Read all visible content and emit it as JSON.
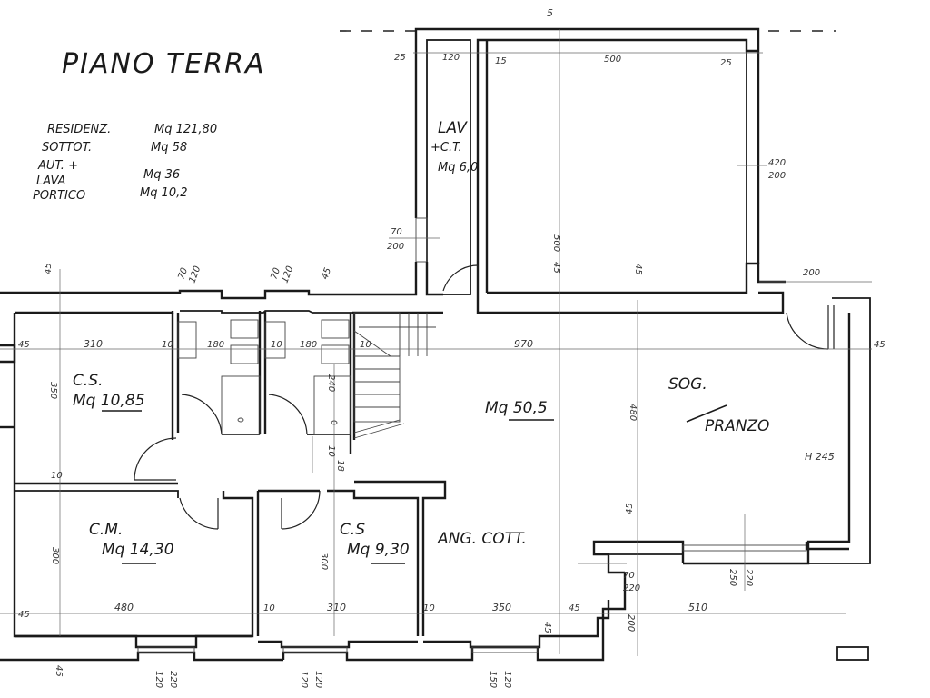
{
  "title": "PIANO TERRA",
  "areas_summary": [
    {
      "label": "RESIDENZ.",
      "value": "Mq 121,80"
    },
    {
      "label": "SOTTOT.",
      "value": "Mq 58"
    },
    {
      "label": "AUT. +",
      "value": "Mq 36"
    },
    {
      "label": "LAVA",
      "value": ""
    },
    {
      "label": "PORTICO",
      "value": "Mq 10,2"
    }
  ],
  "rooms": {
    "lav": {
      "name1": "LAV",
      "name2": "+C.T.",
      "area": "Mq 6,0"
    },
    "cs_top": {
      "name": "C.S.",
      "area": "Mq 10,85"
    },
    "cm": {
      "name": "C.M.",
      "area": "Mq 14,30"
    },
    "cs_bottom": {
      "name": "C.S",
      "area": "Mq 9,30"
    },
    "living": {
      "area": "Mq 50,5"
    },
    "soggiorno": {
      "name1": "SOG.",
      "name2": "PRANZO"
    },
    "kitchen": {
      "name": "ANG. COTT."
    }
  },
  "annotations": {
    "north_mark": "5",
    "height": "H 245"
  },
  "dimensions": {
    "top": [
      "25",
      "120",
      "15",
      "500",
      "25"
    ],
    "garage_window": {
      "w": "420",
      "h": "200"
    },
    "lav_window": {
      "w": "70",
      "h": "200"
    },
    "garage_depth": "500",
    "wall_45a": "45",
    "wall_45b": "45",
    "porch_200": "200",
    "bath_windows": [
      {
        "w": "70",
        "h": "120"
      },
      {
        "w": "70",
        "h": "120"
      }
    ],
    "wall_45c": "45",
    "wall_45d": "45",
    "row1": [
      "45",
      "310",
      "10",
      "180",
      "10",
      "180",
      "10",
      "970",
      "45"
    ],
    "cs_height": "350",
    "bath_height": "240",
    "corridor_10": "10",
    "corridor_18": "18",
    "living_height": "480",
    "left_10": "10",
    "cm_height": "300",
    "cs2_height": "300",
    "row2": [
      "45",
      "480",
      "10",
      "310",
      "10",
      "350",
      "45",
      "510"
    ],
    "kitchen_45": "45",
    "living_45": "45",
    "kitchen_door": {
      "w": "70",
      "h": "220"
    },
    "porch_window": {
      "w": "250",
      "h": "220"
    },
    "bottom_200": "200",
    "bottom_45": "45",
    "bottom_windows": [
      {
        "w": "120",
        "h": "220"
      },
      {
        "w": "120",
        "h": "120"
      },
      {
        "w": "150",
        "h": "120"
      }
    ]
  }
}
